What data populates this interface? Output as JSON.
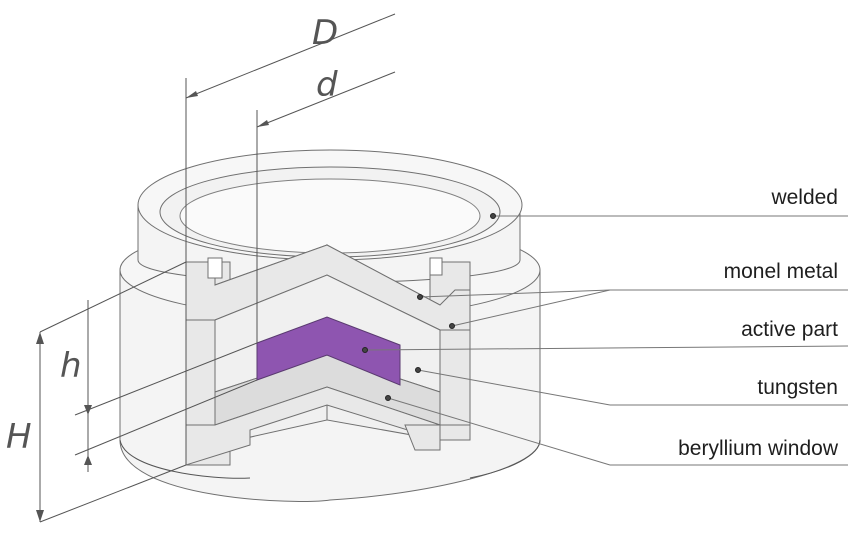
{
  "dimensions": {
    "outer_diameter": "D",
    "inner_diameter": "d",
    "height": "H",
    "active_height": "h"
  },
  "labels": {
    "welded": "welded",
    "monel_metal": "monel metal",
    "active_part": "active part",
    "tungsten": "tungsten",
    "beryllium_window": "beryllium window"
  },
  "colors": {
    "active_part": "#8e55b0",
    "background": "#ffffff"
  }
}
